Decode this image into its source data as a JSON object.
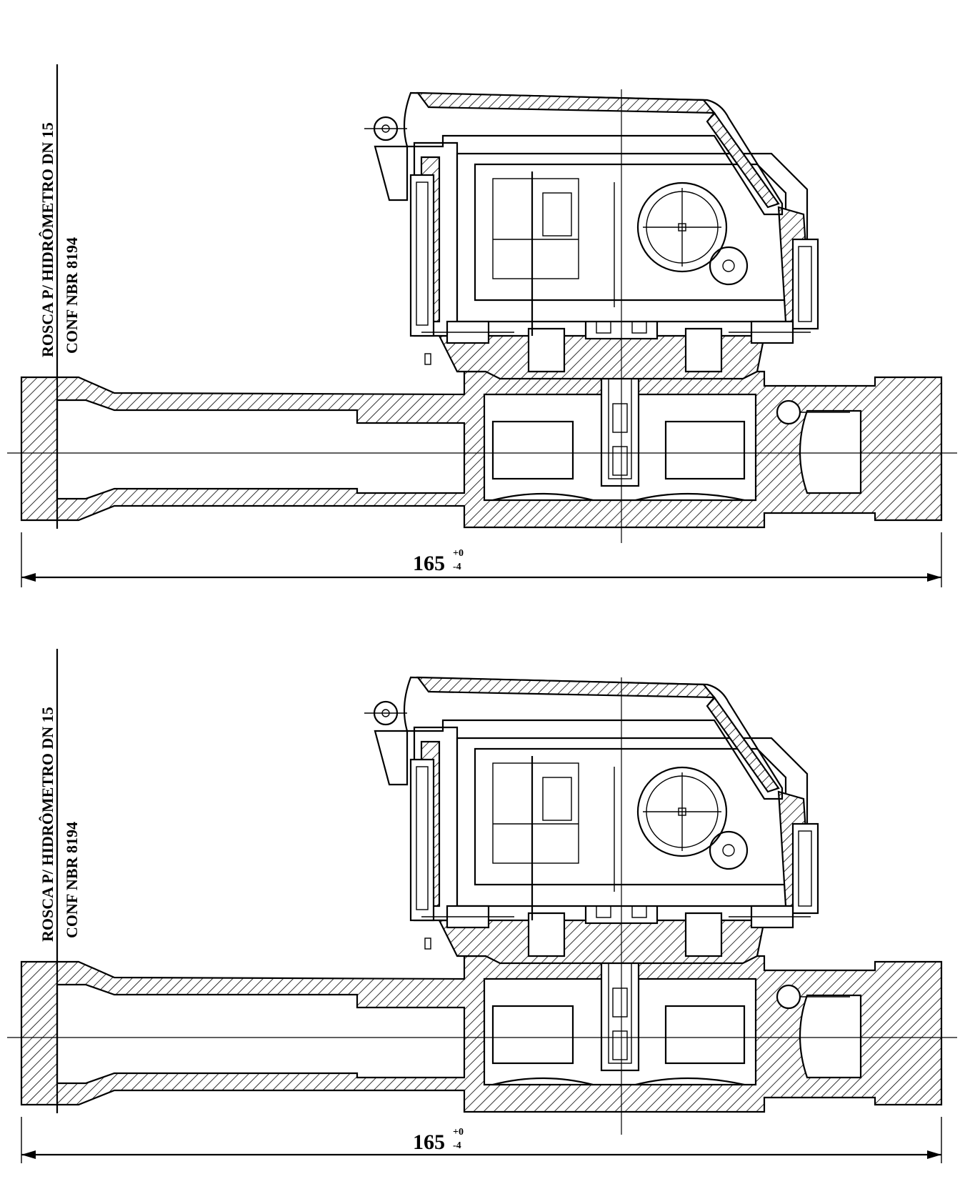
{
  "views": [
    {
      "thread_note": "ROSCA P/ HIDRÔMETRO DN 15",
      "standard_note": "CONF NBR 8194",
      "dimension": {
        "value": "165",
        "tol_upper": "+0",
        "tol_lower": "-4"
      }
    },
    {
      "thread_note": "ROSCA P/ HIDRÔMETRO DN 15",
      "standard_note": "CONF NBR 8194",
      "dimension": {
        "value": "165",
        "tol_upper": "+0",
        "tol_lower": "-4"
      }
    }
  ]
}
